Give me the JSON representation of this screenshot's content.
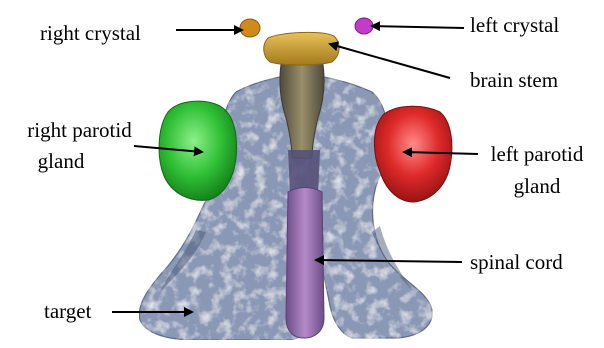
{
  "labels": {
    "right_crystal": "right crystal",
    "left_crystal": "left crystal",
    "brain_stem": "brain stem",
    "right_parotid_line1": "right parotid",
    "right_parotid_line2": "gland",
    "left_parotid_line1": "left parotid",
    "left_parotid_line2": "gland",
    "spinal_cord": "spinal cord",
    "target": "target"
  },
  "colors": {
    "target": "#8a98b6",
    "target_highlight": "#e6ecf7",
    "target_shadow": "#4d5d7d",
    "brain_stem": "#c79a2c",
    "brain_stem_dark": "#6e6346",
    "spinal_cord": "#9a6fb0",
    "spinal_cord_top": "#55507a",
    "right_parotid": "#2fbf35",
    "left_parotid": "#df2a2a",
    "right_crystal": "#d08a1c",
    "left_crystal": "#c23cc8",
    "arrow": "#000000"
  }
}
